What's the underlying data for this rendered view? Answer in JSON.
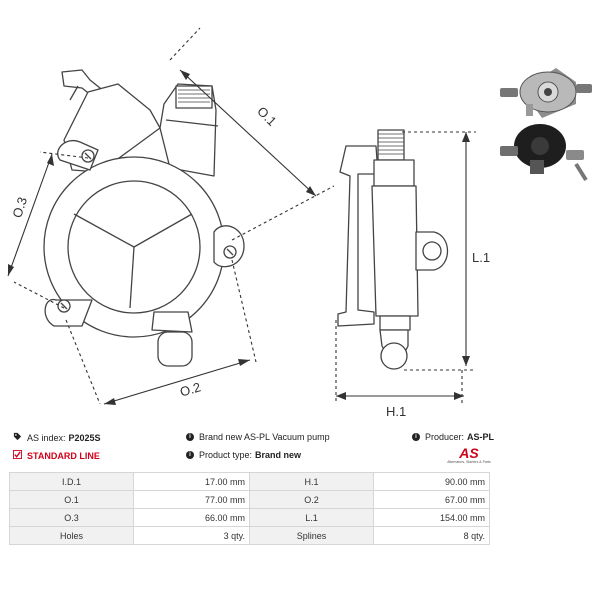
{
  "dimensions": {
    "o1": "O.1",
    "o2": "O.2",
    "o3": "O.3",
    "h1": "H.1",
    "l1": "L.1"
  },
  "info": {
    "as_index_label": "AS index:",
    "as_index_value": "P2025S",
    "description": "Brand new AS-PL Vacuum pump",
    "producer_label": "Producer:",
    "producer_value": "AS-PL",
    "standard_line": "STANDARD LINE",
    "product_type_label": "Product type:",
    "product_type_value": "Brand new",
    "logo_text": "AS",
    "logo_subtext": "Alternators, Starters & Parts"
  },
  "specs": [
    {
      "l1": "I.D.1",
      "v1": "17.00 mm",
      "l2": "H.1",
      "v2": "90.00 mm"
    },
    {
      "l1": "O.1",
      "v1": "77.00 mm",
      "l2": "O.2",
      "v2": "67.00 mm"
    },
    {
      "l1": "O.3",
      "v1": "66.00 mm",
      "l2": "L.1",
      "v2": "154.00 mm"
    },
    {
      "l1": "Holes",
      "v1": "3 qty.",
      "l2": "Splines",
      "v2": "8 qty."
    }
  ],
  "colors": {
    "accent_red": "#d0021b",
    "table_label_bg": "#f1f1f1",
    "line": "#333333"
  }
}
